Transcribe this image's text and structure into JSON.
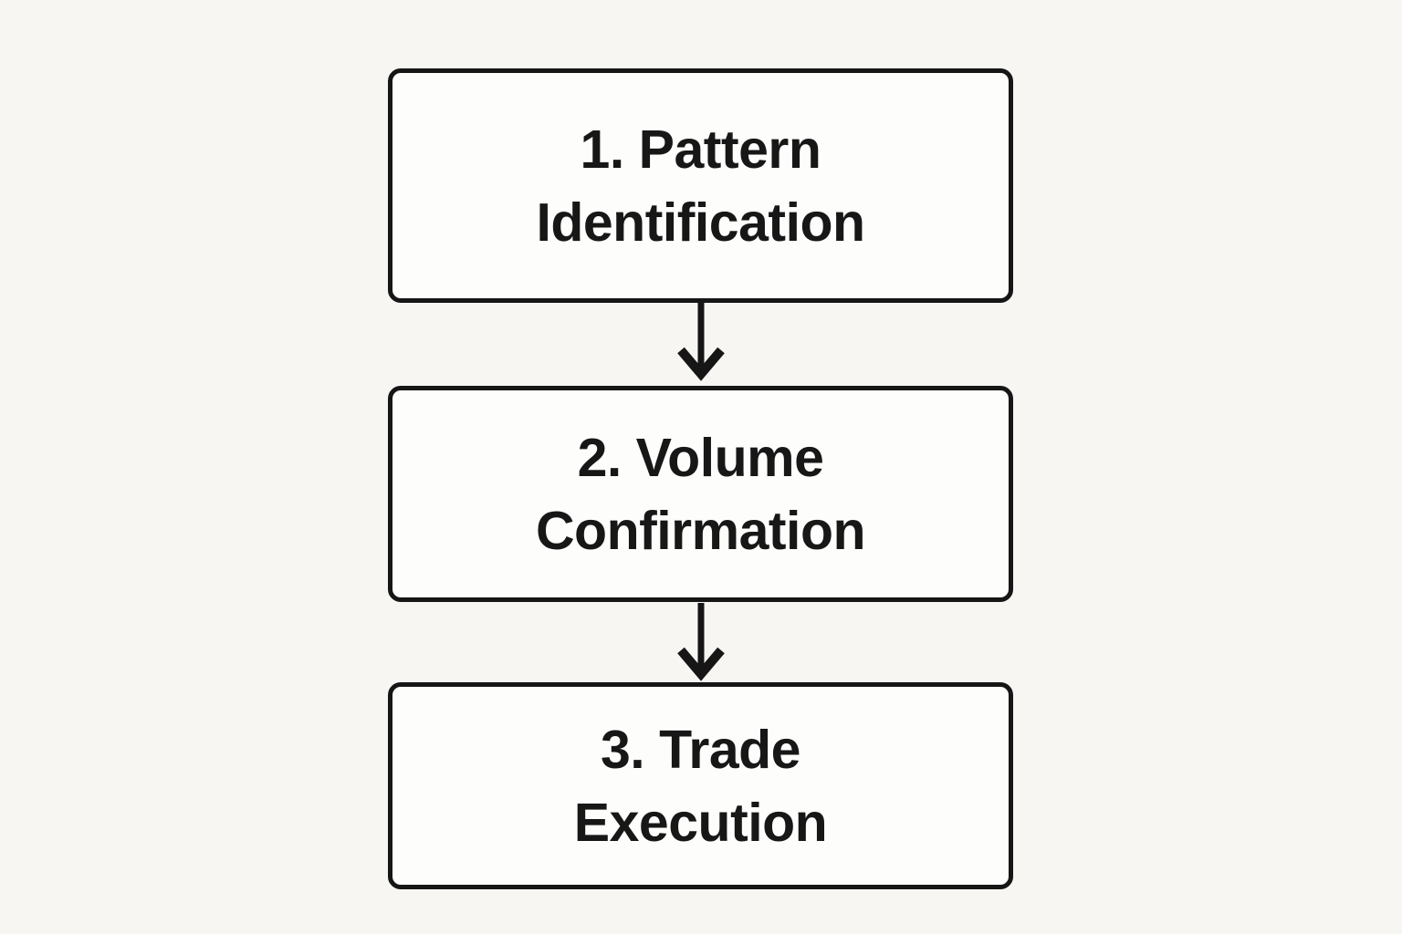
{
  "page": {
    "background_color": "#f7f6f3",
    "box_fill_color": "#fdfdfb",
    "box_border_color": "#161616",
    "text_color": "#171717",
    "arrow_color": "#161616"
  },
  "flowchart": {
    "steps": [
      {
        "number": "1",
        "label": "1. Pattern Identification",
        "line1": "1. Pattern",
        "line2": "Identification"
      },
      {
        "number": "2",
        "label": "2. Volume Confirmation",
        "line1": "2. Volume",
        "line2": "Confirmation"
      },
      {
        "number": "3",
        "label": "3. Trade Execution",
        "line1": "3. Trade",
        "line2": "Execution"
      }
    ]
  }
}
